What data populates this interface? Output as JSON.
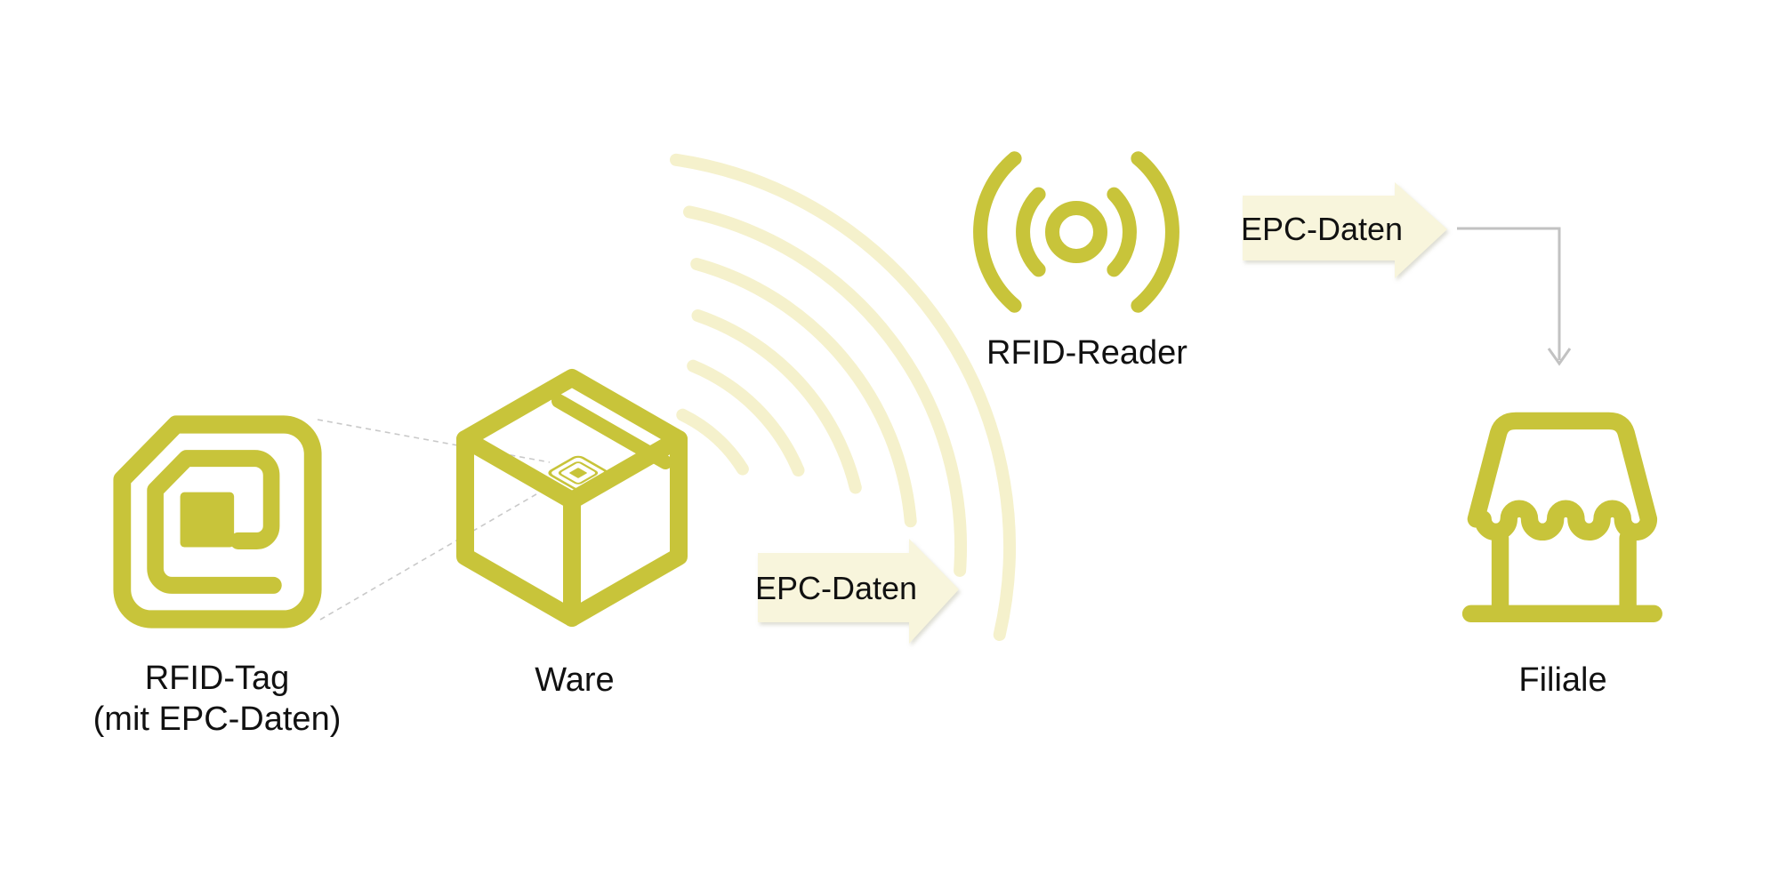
{
  "diagram": {
    "title_implicit": "RFID EPC data flow",
    "nodes": {
      "rfid_tag": {
        "label_line1": "RFID-Tag",
        "label_line2": "(mit EPC-Daten)",
        "icon": "rfid-tag-icon"
      },
      "ware": {
        "label": "Ware",
        "icon": "package-box-icon"
      },
      "rfid_reader": {
        "label": "RFID-Reader",
        "icon": "radio-signal-icon"
      },
      "filiale": {
        "label": "Filiale",
        "icon": "store-icon"
      }
    },
    "arrows": {
      "arrow1": {
        "label": "EPC-Daten",
        "direction": "right"
      },
      "arrow2": {
        "label": "EPC-Daten",
        "direction": "right"
      }
    },
    "icons": {
      "waves": "radio-waves-icon",
      "connector": "elbow-arrow-down"
    },
    "colors": {
      "accent": "#c8c43a",
      "accent_pale": "#f8f5dc",
      "wave": "#f5f1cc",
      "connector_gray": "#c2c2c2",
      "dashed_gray": "#c9c9c9",
      "text": "#111111"
    }
  }
}
